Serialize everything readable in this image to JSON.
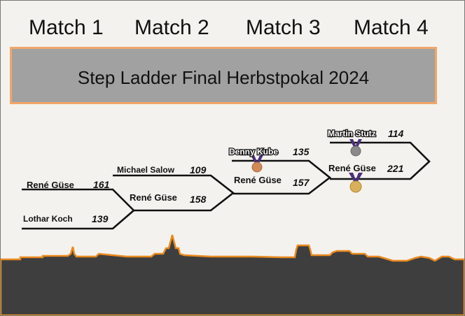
{
  "matches": [
    "Match 1",
    "Match 2",
    "Match 3",
    "Match 4"
  ],
  "title": "Step Ladder Final Herbstpokal 2024",
  "colors": {
    "title_box_fill": "#a1a1a1",
    "title_box_border": "#f0a66a",
    "skyline_fill": "#3e3e3e",
    "skyline_outline": "#e98a20",
    "medal_gold": "#d8b05a",
    "medal_silver": "#8a8a8a",
    "medal_bronze": "#d08a58",
    "ribbon": "#4a2f7a"
  },
  "bracket": {
    "match1": {
      "top": {
        "name": "René Güse",
        "score": "161"
      },
      "bottom": {
        "name": "Lothar Koch",
        "score": "139"
      }
    },
    "match2": {
      "top": {
        "name": "Michael Salow",
        "score": "109"
      },
      "bottom": {
        "name": "René Güse",
        "score": "158"
      }
    },
    "match3": {
      "top": {
        "name": "Denny Kube",
        "score": "135",
        "medal": "bronze"
      },
      "bottom": {
        "name": "René Güse",
        "score": "157"
      }
    },
    "match4": {
      "top": {
        "name": "Martin Stutz",
        "score": "114",
        "medal": "silver"
      },
      "bottom": {
        "name": "René Güse",
        "score": "221",
        "medal": "gold"
      }
    }
  }
}
